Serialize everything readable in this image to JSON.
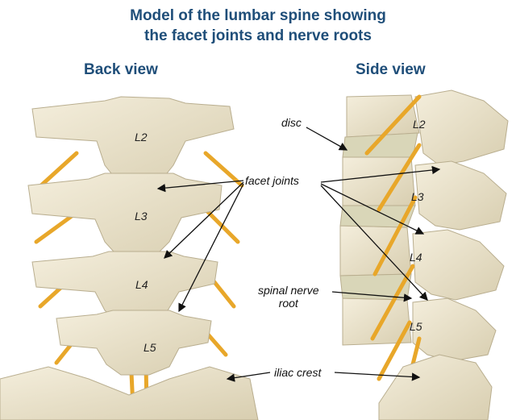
{
  "title": {
    "line1": "Model of the lumbar spine showing",
    "line2": "the facet joints and nerve roots"
  },
  "back_view": {
    "heading": "Back view",
    "vertebrae": [
      "L2",
      "L3",
      "L4",
      "L5"
    ]
  },
  "side_view": {
    "heading": "Side view",
    "vertebrae": [
      "L2",
      "L3",
      "L4",
      "L5"
    ]
  },
  "annotations": {
    "disc": "disc",
    "facet_joints": "facet joints",
    "spinal_nerve_root_line1": "spinal nerve",
    "spinal_nerve_root_line2": "root",
    "iliac_crest": "iliac crest"
  },
  "colors": {
    "heading": "#1f4e79",
    "bone": "#ece4cf",
    "bone_shadow": "#c9bfa3",
    "nerve": "#e8a72a",
    "disc": "#d9d6b8"
  }
}
